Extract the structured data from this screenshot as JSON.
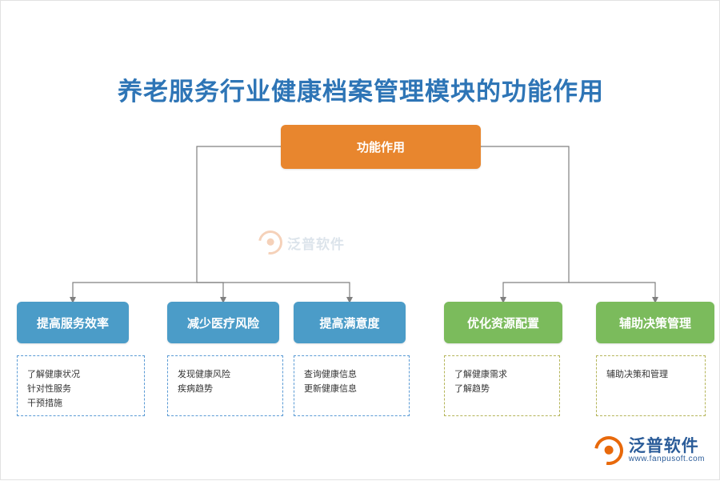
{
  "page": {
    "title": "养老服务行业健康档案管理模块的功能作用"
  },
  "diagram": {
    "type": "tree",
    "root": {
      "label": "功能作用",
      "color": "#e8862e"
    },
    "branches": [
      {
        "label": "提高服务效率",
        "color": "#4b9cc8",
        "border": "#5b9bd5",
        "details": [
          "了解健康状况",
          "针对性服务",
          "干预措施"
        ]
      },
      {
        "label": "减少医疗风险",
        "color": "#4b9cc8",
        "border": "#5b9bd5",
        "details": [
          "发现健康风险",
          "疾病趋势"
        ]
      },
      {
        "label": "提高满意度",
        "color": "#4b9cc8",
        "border": "#5b9bd5",
        "details": [
          "查询健康信息",
          "更新健康信息"
        ]
      },
      {
        "label": "优化资源配置",
        "color": "#7bbb5c",
        "border": "#b5b55a",
        "details": [
          "了解健康需求",
          "了解趋势"
        ]
      },
      {
        "label": "辅助决策管理",
        "color": "#7bbb5c",
        "border": "#b5b55a",
        "details": [
          "辅助决策和管理"
        ]
      }
    ]
  },
  "watermark": {
    "text": "泛普软件"
  },
  "logo": {
    "name": "泛普软件",
    "url": "www.fanpusoft.com"
  }
}
